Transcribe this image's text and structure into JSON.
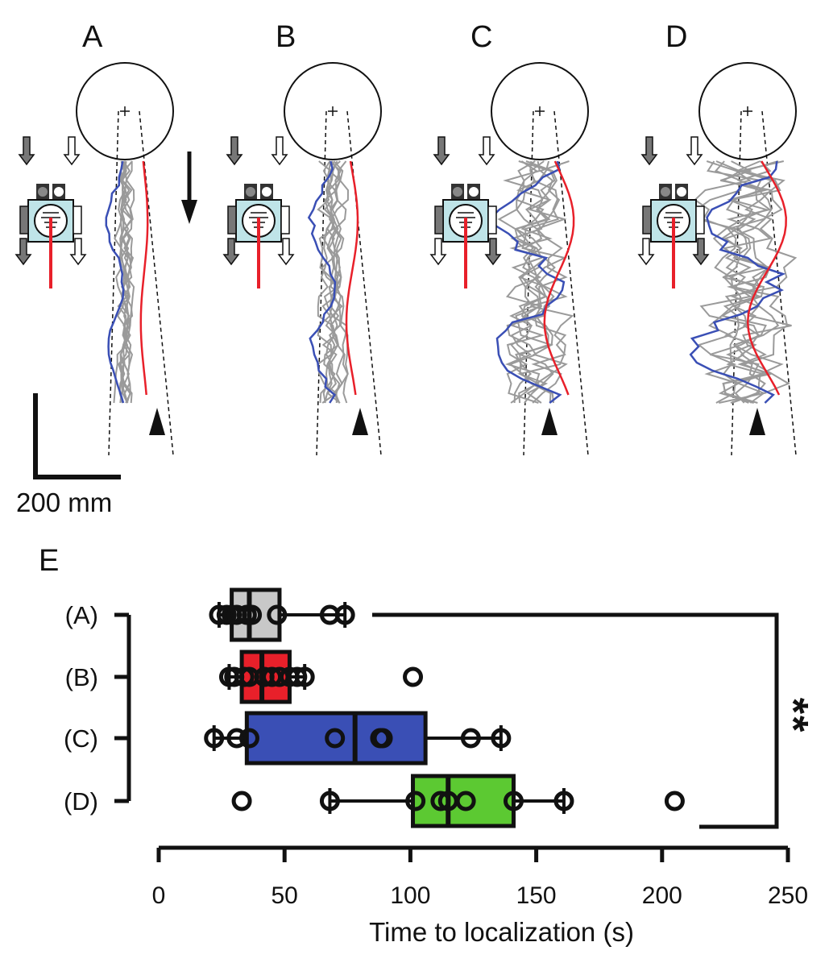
{
  "panels": [
    {
      "letter": "A",
      "trace_colors": [
        "#3a4fb5",
        "#e8202a"
      ],
      "robot_arrows": [
        "gray",
        "white",
        "gray",
        "white"
      ]
    },
    {
      "letter": "B",
      "trace_colors": [
        "#3a4fb5",
        "#e8202a"
      ],
      "robot_arrows": [
        "gray",
        "white",
        "gray",
        "white"
      ]
    },
    {
      "letter": "C",
      "trace_colors": [
        "#3a4fb5",
        "#e8202a"
      ],
      "robot_arrows": [
        "gray",
        "white",
        "white",
        "gray"
      ]
    },
    {
      "letter": "D",
      "trace_colors": [
        "#3a4fb5",
        "#e8202a"
      ],
      "robot_arrows": [
        "gray",
        "white",
        "white",
        "gray"
      ]
    }
  ],
  "scale_bar": {
    "label": "200 mm"
  },
  "panel_e_letter": "E",
  "significance": {
    "marker": "**",
    "between": [
      "(A)",
      "(D)"
    ]
  },
  "chart_data": {
    "type": "box",
    "title": "",
    "xlabel": "Time to localization (s)",
    "xlim": [
      0,
      250
    ],
    "xticks": [
      0,
      50,
      100,
      150,
      200,
      250
    ],
    "orientation": "horizontal",
    "series": [
      {
        "name": "(A)",
        "color": "#c8c8c8",
        "q1": 29,
        "median": 36,
        "q3": 48,
        "whisker_low": 24,
        "whisker_high": 74,
        "points": [
          24,
          27,
          29,
          31,
          35,
          37,
          47,
          68,
          74
        ]
      },
      {
        "name": "(B)",
        "color": "#e8202a",
        "q1": 33,
        "median": 41,
        "q3": 52,
        "whisker_low": 28,
        "whisker_high": 58,
        "points": [
          28,
          30,
          34,
          36,
          42,
          45,
          48,
          52,
          55,
          58,
          101
        ]
      },
      {
        "name": "(C)",
        "color": "#3a4fb5",
        "q1": 35,
        "median": 78,
        "q3": 106,
        "whisker_low": 22,
        "whisker_high": 136,
        "points": [
          22,
          31,
          36,
          70,
          88,
          89,
          124,
          136
        ]
      },
      {
        "name": "(D)",
        "color": "#5cc932",
        "q1": 101,
        "median": 115,
        "q3": 141,
        "whisker_low": 68,
        "whisker_high": 161,
        "points": [
          33,
          68,
          102,
          112,
          115,
          122,
          141,
          161,
          205
        ]
      }
    ]
  }
}
